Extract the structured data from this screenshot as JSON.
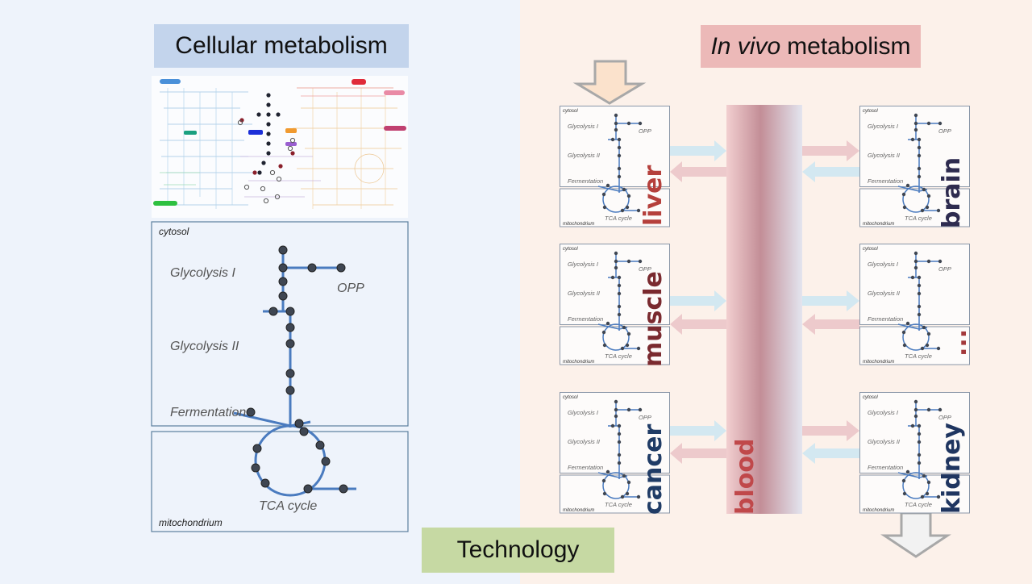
{
  "titles": {
    "cellular": "Cellular metabolism",
    "invivo_italic": "In vivo",
    "invivo_rest": "metabolism",
    "technology": "Technology"
  },
  "pathway": {
    "cytosol": "cytosol",
    "glycolysis_1": "Glycolysis I",
    "opp": "OPP",
    "glycolysis_2": "Glycolysis II",
    "fermentation": "Fermentation",
    "tca": "TCA cycle",
    "mitochondrium": "mitochondrium"
  },
  "organs": {
    "liver": "liver",
    "brain": "brain",
    "muscle": "muscle",
    "more": "...",
    "cancer": "cancer",
    "kidney": "kidney",
    "blood": "blood"
  },
  "colors": {
    "pathway_line": "#4a7bbf",
    "node": "#3f4652",
    "liver": "#b5403c",
    "brain": "#2e2b4f",
    "muscle": "#7a2a2f",
    "cancer": "#203c66",
    "kidney": "#1f3560",
    "blood": "#c0484a",
    "arrow_blue": "#d3e8f1",
    "arrow_red": "#edcacc"
  }
}
